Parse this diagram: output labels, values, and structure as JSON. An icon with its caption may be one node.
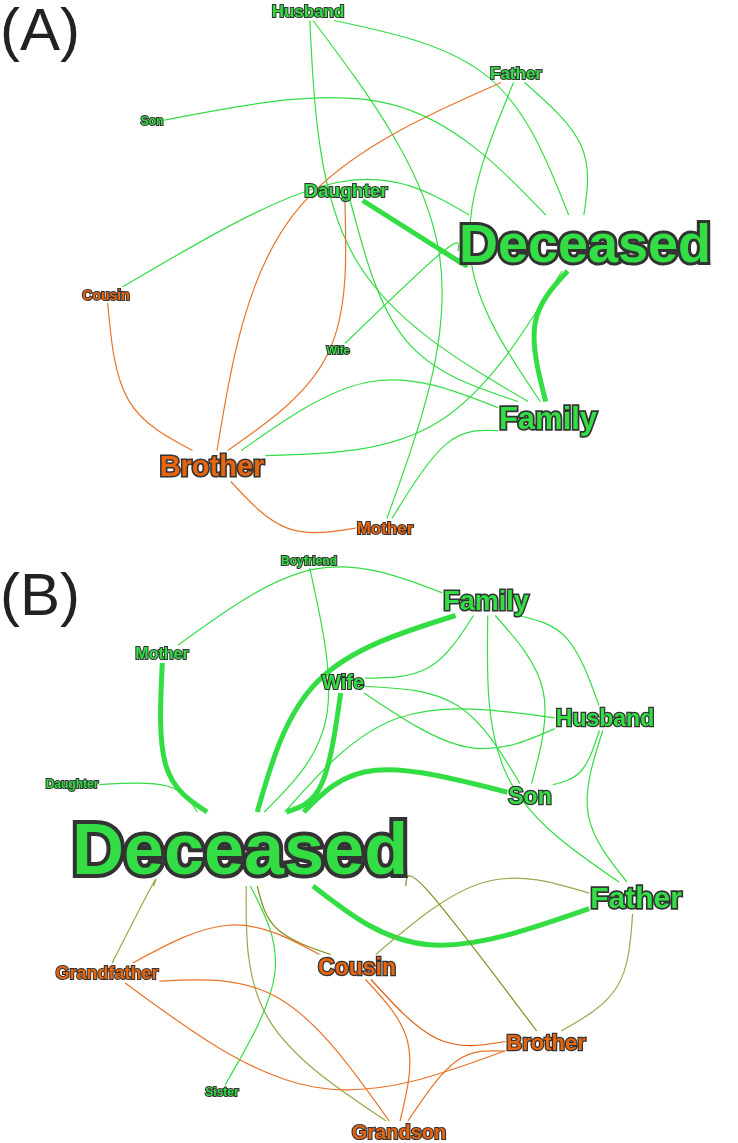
{
  "diagram": {
    "nodes": [
      {
        "text": [
          "Husband"
        ]
      },
      {
        "text": [
          "Father"
        ]
      },
      {
        "text": [
          "Son"
        ]
      },
      {
        "text": [
          "Daughter"
        ]
      },
      {
        "text": [
          "Deceased"
        ]
      },
      {
        "text": [
          "Cousin"
        ]
      },
      {
        "text": [
          "Wife"
        ]
      },
      {
        "text": [
          "Family"
        ]
      },
      {
        "text": [
          "Brother"
        ]
      },
      {
        "text": [
          "Mother"
        ]
      },
      {
        "text": [
          "Boyfriend"
        ]
      },
      {
        "text": [
          "Family"
        ]
      },
      {
        "text": [
          "Mother"
        ]
      },
      {
        "text": [
          "Wife"
        ]
      },
      {
        "text": [
          "Husband"
        ]
      },
      {
        "text": [
          "Daughter"
        ]
      },
      {
        "text": [
          "Son"
        ]
      },
      {
        "text": [
          "Deceased"
        ]
      },
      {
        "text": [
          "Father"
        ]
      },
      {
        "text": [
          "Grandfather"
        ]
      },
      {
        "text": [
          "Cousin"
        ]
      },
      {
        "text": [
          "Brother"
        ]
      },
      {
        "text": [
          "Sister"
        ]
      },
      {
        "text": [
          "Grandson"
        ]
      }
    ],
    "edges": [
      {
        "from": 0,
        "to": 4,
        "arrow": "none"
      },
      {
        "from": 0,
        "to": 7,
        "arrow": "none"
      },
      {
        "from": 0,
        "to": 9,
        "arrow": "none"
      },
      {
        "from": 1,
        "to": 8,
        "arrow": "none",
        "color": "#e8742a"
      },
      {
        "from": 1,
        "to": 4,
        "arrow": "none"
      },
      {
        "from": 1,
        "to": 7,
        "arrow": "none"
      },
      {
        "from": 2,
        "to": 4,
        "arrow": "none"
      },
      {
        "from": 3,
        "to": 4,
        "arrow": "none",
        "style": "thick"
      },
      {
        "from": 3,
        "to": 8,
        "arrow": "none",
        "color": "#e8742a"
      },
      {
        "from": 3,
        "to": 7,
        "arrow": "none"
      },
      {
        "from": 5,
        "to": 4,
        "arrow": "none"
      },
      {
        "from": 5,
        "to": 8,
        "arrow": "none",
        "color": "#e8742a"
      },
      {
        "from": 6,
        "to": 4,
        "arrow": "none"
      },
      {
        "from": 4,
        "to": 7,
        "arrow": "none",
        "style": "thick"
      },
      {
        "from": 4,
        "to": 8,
        "arrow": "none"
      },
      {
        "from": 8,
        "to": 9,
        "arrow": "none",
        "color": "#e8742a"
      },
      {
        "from": 8,
        "to": 7,
        "arrow": "none"
      },
      {
        "from": 7,
        "to": 9,
        "arrow": "none"
      },
      {
        "from": 10,
        "to": 17,
        "arrow": "none"
      },
      {
        "from": 11,
        "to": 17,
        "arrow": "none",
        "style": "thick"
      },
      {
        "from": 12,
        "to": 11,
        "arrow": "none"
      },
      {
        "from": 13,
        "to": 11,
        "arrow": "none"
      },
      {
        "from": 11,
        "to": 14,
        "arrow": "none"
      },
      {
        "from": 11,
        "to": 18,
        "arrow": "none"
      },
      {
        "from": 11,
        "to": 16,
        "arrow": "none"
      },
      {
        "from": 12,
        "to": 17,
        "arrow": "none",
        "style": "thick"
      },
      {
        "from": 13,
        "to": 17,
        "arrow": "none",
        "style": "thick"
      },
      {
        "from": 13,
        "to": 14,
        "arrow": "none"
      },
      {
        "from": 13,
        "to": 16,
        "arrow": "none"
      },
      {
        "from": 14,
        "to": 17,
        "arrow": "none"
      },
      {
        "from": 14,
        "to": 16,
        "arrow": "none"
      },
      {
        "from": 14,
        "to": 18,
        "arrow": "none"
      },
      {
        "from": 15,
        "to": 17,
        "arrow": "none"
      },
      {
        "from": 16,
        "to": 17,
        "arrow": "none",
        "style": "thick"
      },
      {
        "from": 18,
        "to": 17,
        "arrow": "none",
        "style": "thick"
      },
      {
        "from": 18,
        "to": 20,
        "arrow": "none",
        "color": "#9aa84a"
      },
      {
        "from": 18,
        "to": 21,
        "arrow": "none",
        "color": "#9aa84a"
      },
      {
        "from": 17,
        "to": 19,
        "arrow": "none",
        "color": "#9aa84a"
      },
      {
        "from": 17,
        "to": 22,
        "arrow": "none"
      },
      {
        "from": 17,
        "to": 20,
        "arrow": "none",
        "color": "#7f8f1a"
      },
      {
        "from": 17,
        "to": 21,
        "arrow": "none",
        "color": "#7f8f1a"
      },
      {
        "from": 17,
        "to": 23,
        "arrow": "none",
        "color": "#9aa84a"
      },
      {
        "from": 19,
        "to": 20,
        "arrow": "none",
        "color": "#e8742a"
      },
      {
        "from": 19,
        "to": 21,
        "arrow": "none",
        "color": "#e8742a"
      },
      {
        "from": 19,
        "to": 23,
        "arrow": "none",
        "color": "#e8742a"
      },
      {
        "from": 20,
        "to": 21,
        "arrow": "none",
        "color": "#e06010"
      },
      {
        "from": 20,
        "to": 23,
        "arrow": "none",
        "color": "#e8742a"
      },
      {
        "from": 21,
        "to": 23,
        "arrow": "none",
        "color": "#e8742a"
      }
    ],
    "labels": [
      "(A)",
      "(B)"
    ]
  }
}
